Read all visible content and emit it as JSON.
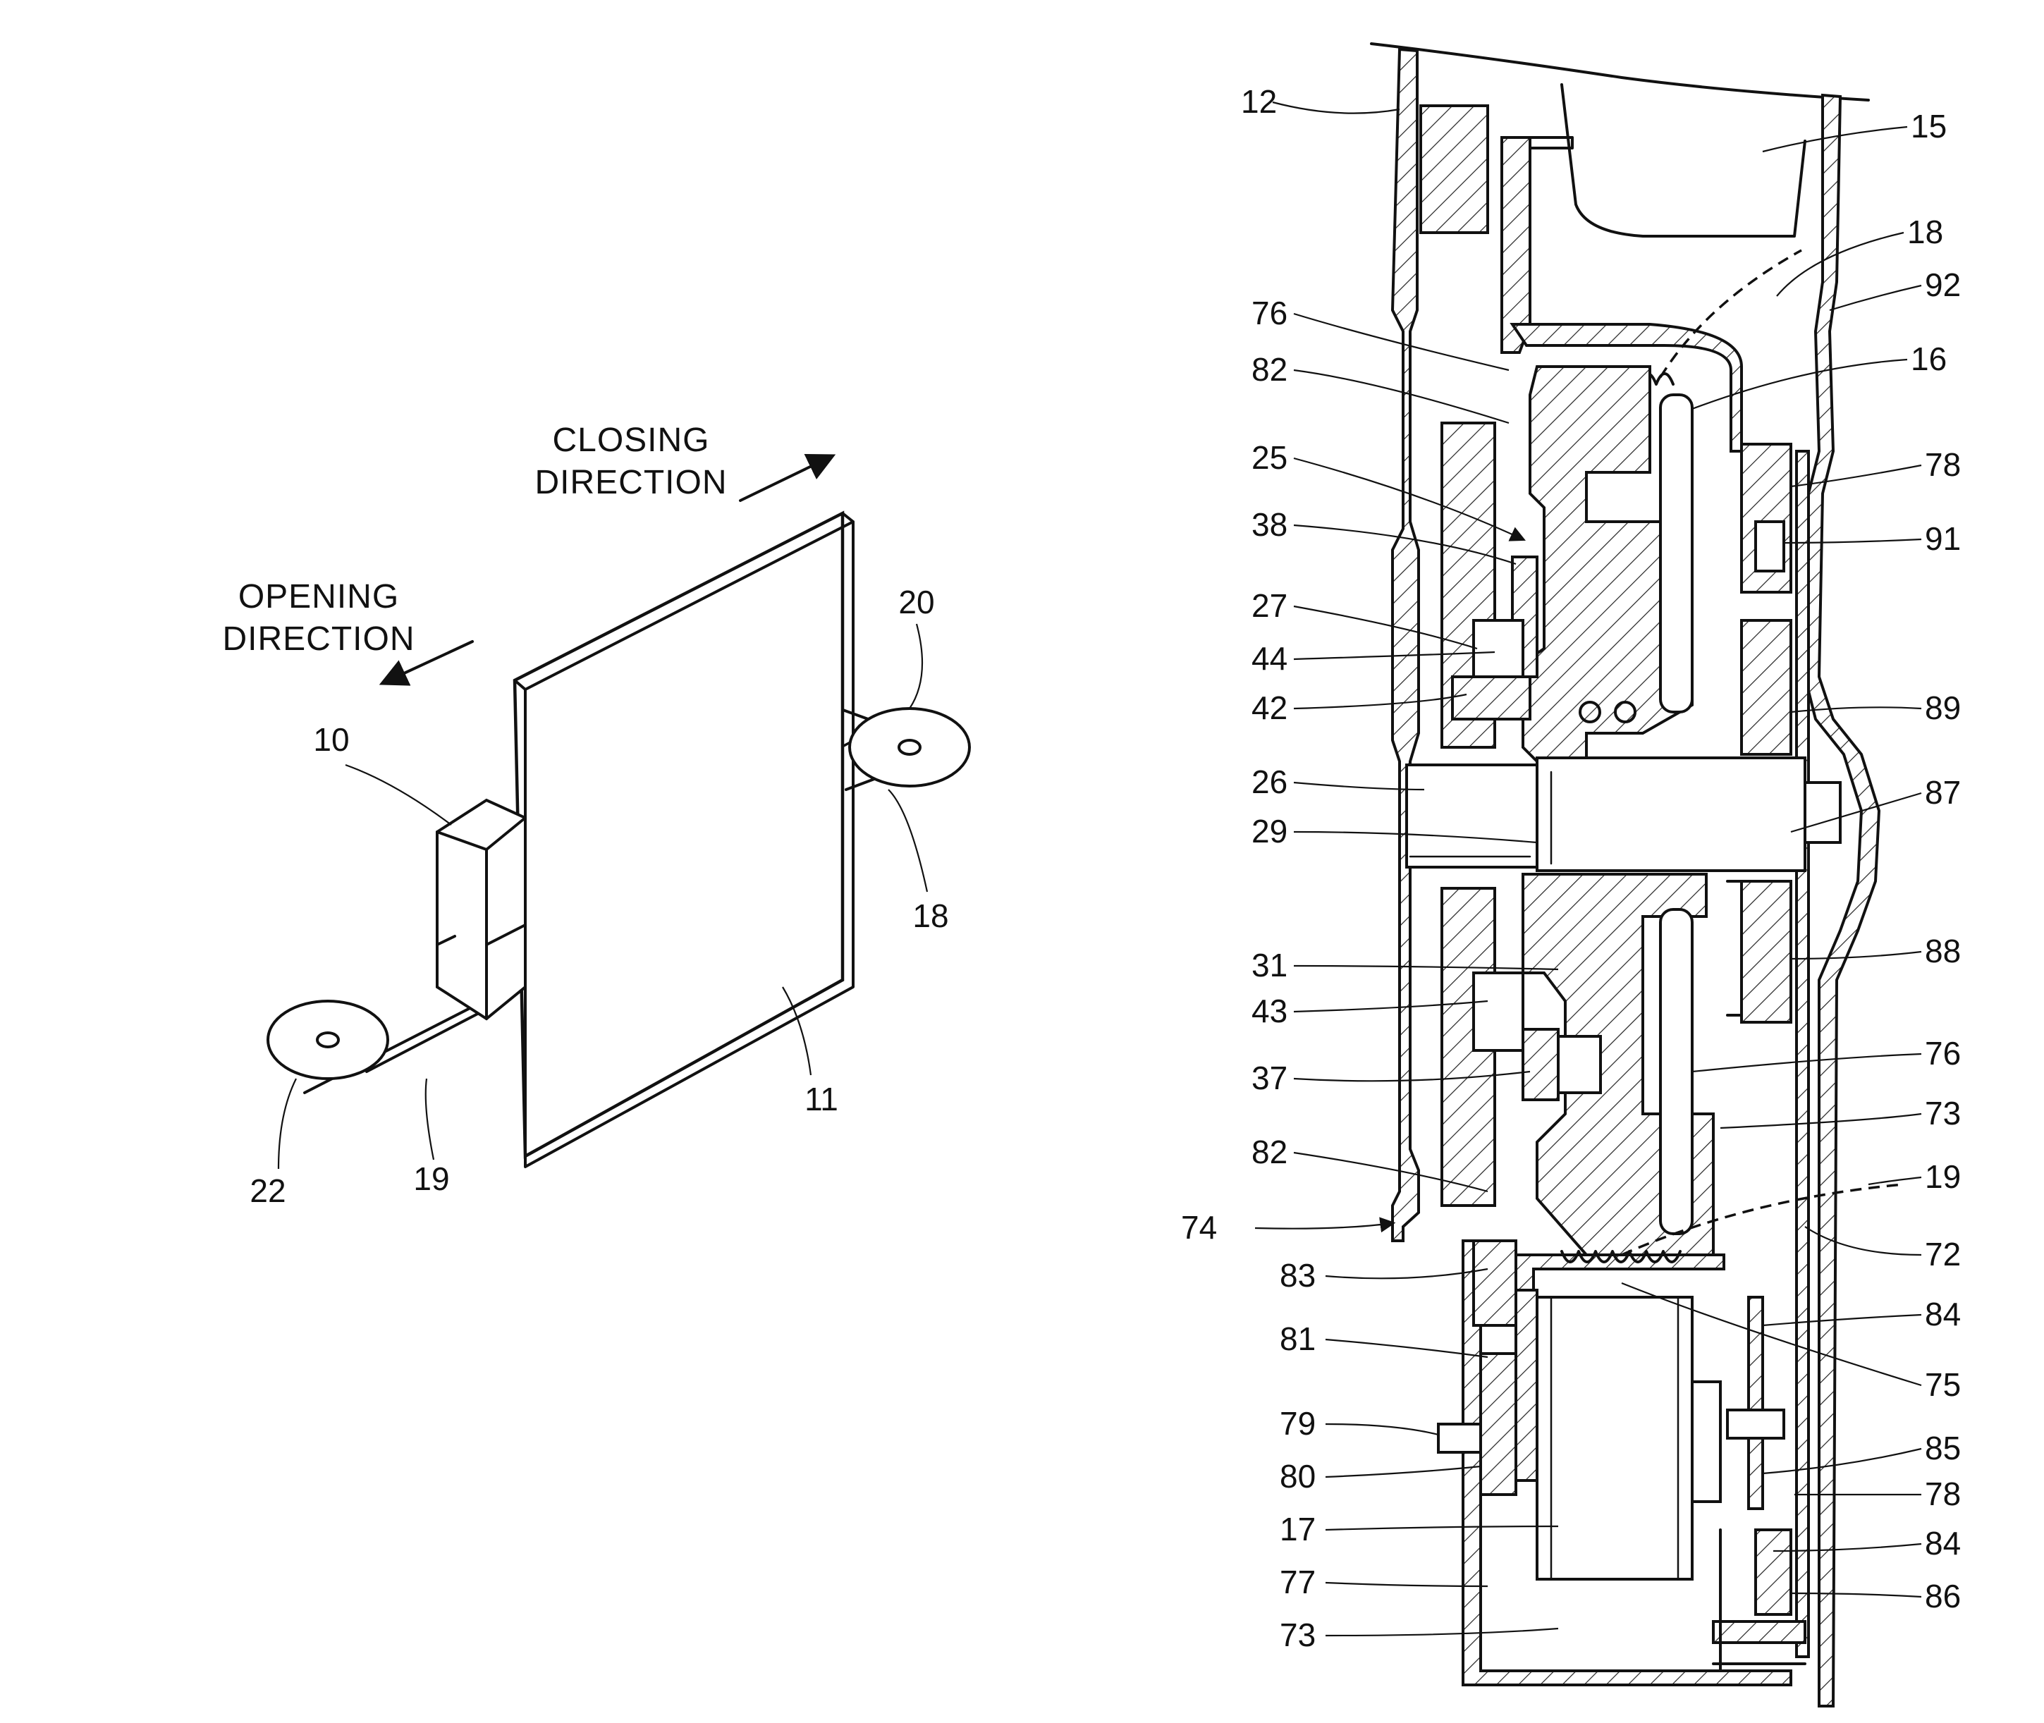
{
  "figure_left": {
    "direction_labels": {
      "closing": [
        "CLOSING",
        "DIRECTION"
      ],
      "opening": [
        "OPENING",
        "DIRECTION"
      ]
    },
    "callouts": {
      "c10": "10",
      "c11": "11",
      "c18": "18",
      "c19": "19",
      "c20": "20",
      "c22": "22"
    }
  },
  "figure_right": {
    "callouts_left": {
      "r12": "12",
      "r76a": "76",
      "r82a": "82",
      "r25": "25",
      "r38": "38",
      "r27": "27",
      "r44": "44",
      "r42": "42",
      "r26": "26",
      "r29": "29",
      "r31": "31",
      "r43": "43",
      "r37": "37",
      "r82b": "82",
      "r74": "74",
      "r83": "83",
      "r81": "81",
      "r79": "79",
      "r80": "80",
      "r17": "17",
      "r77": "77",
      "r73b": "73"
    },
    "callouts_right": {
      "r15": "15",
      "r18": "18",
      "r92": "92",
      "r16": "16",
      "r78a": "78",
      "r91": "91",
      "r89": "89",
      "r87": "87",
      "r88": "88",
      "r76b": "76",
      "r73a": "73",
      "r19": "19",
      "r72": "72",
      "r84a": "84",
      "r75": "75",
      "r85": "85",
      "r78b": "78",
      "r84b": "84",
      "r86": "86"
    }
  }
}
